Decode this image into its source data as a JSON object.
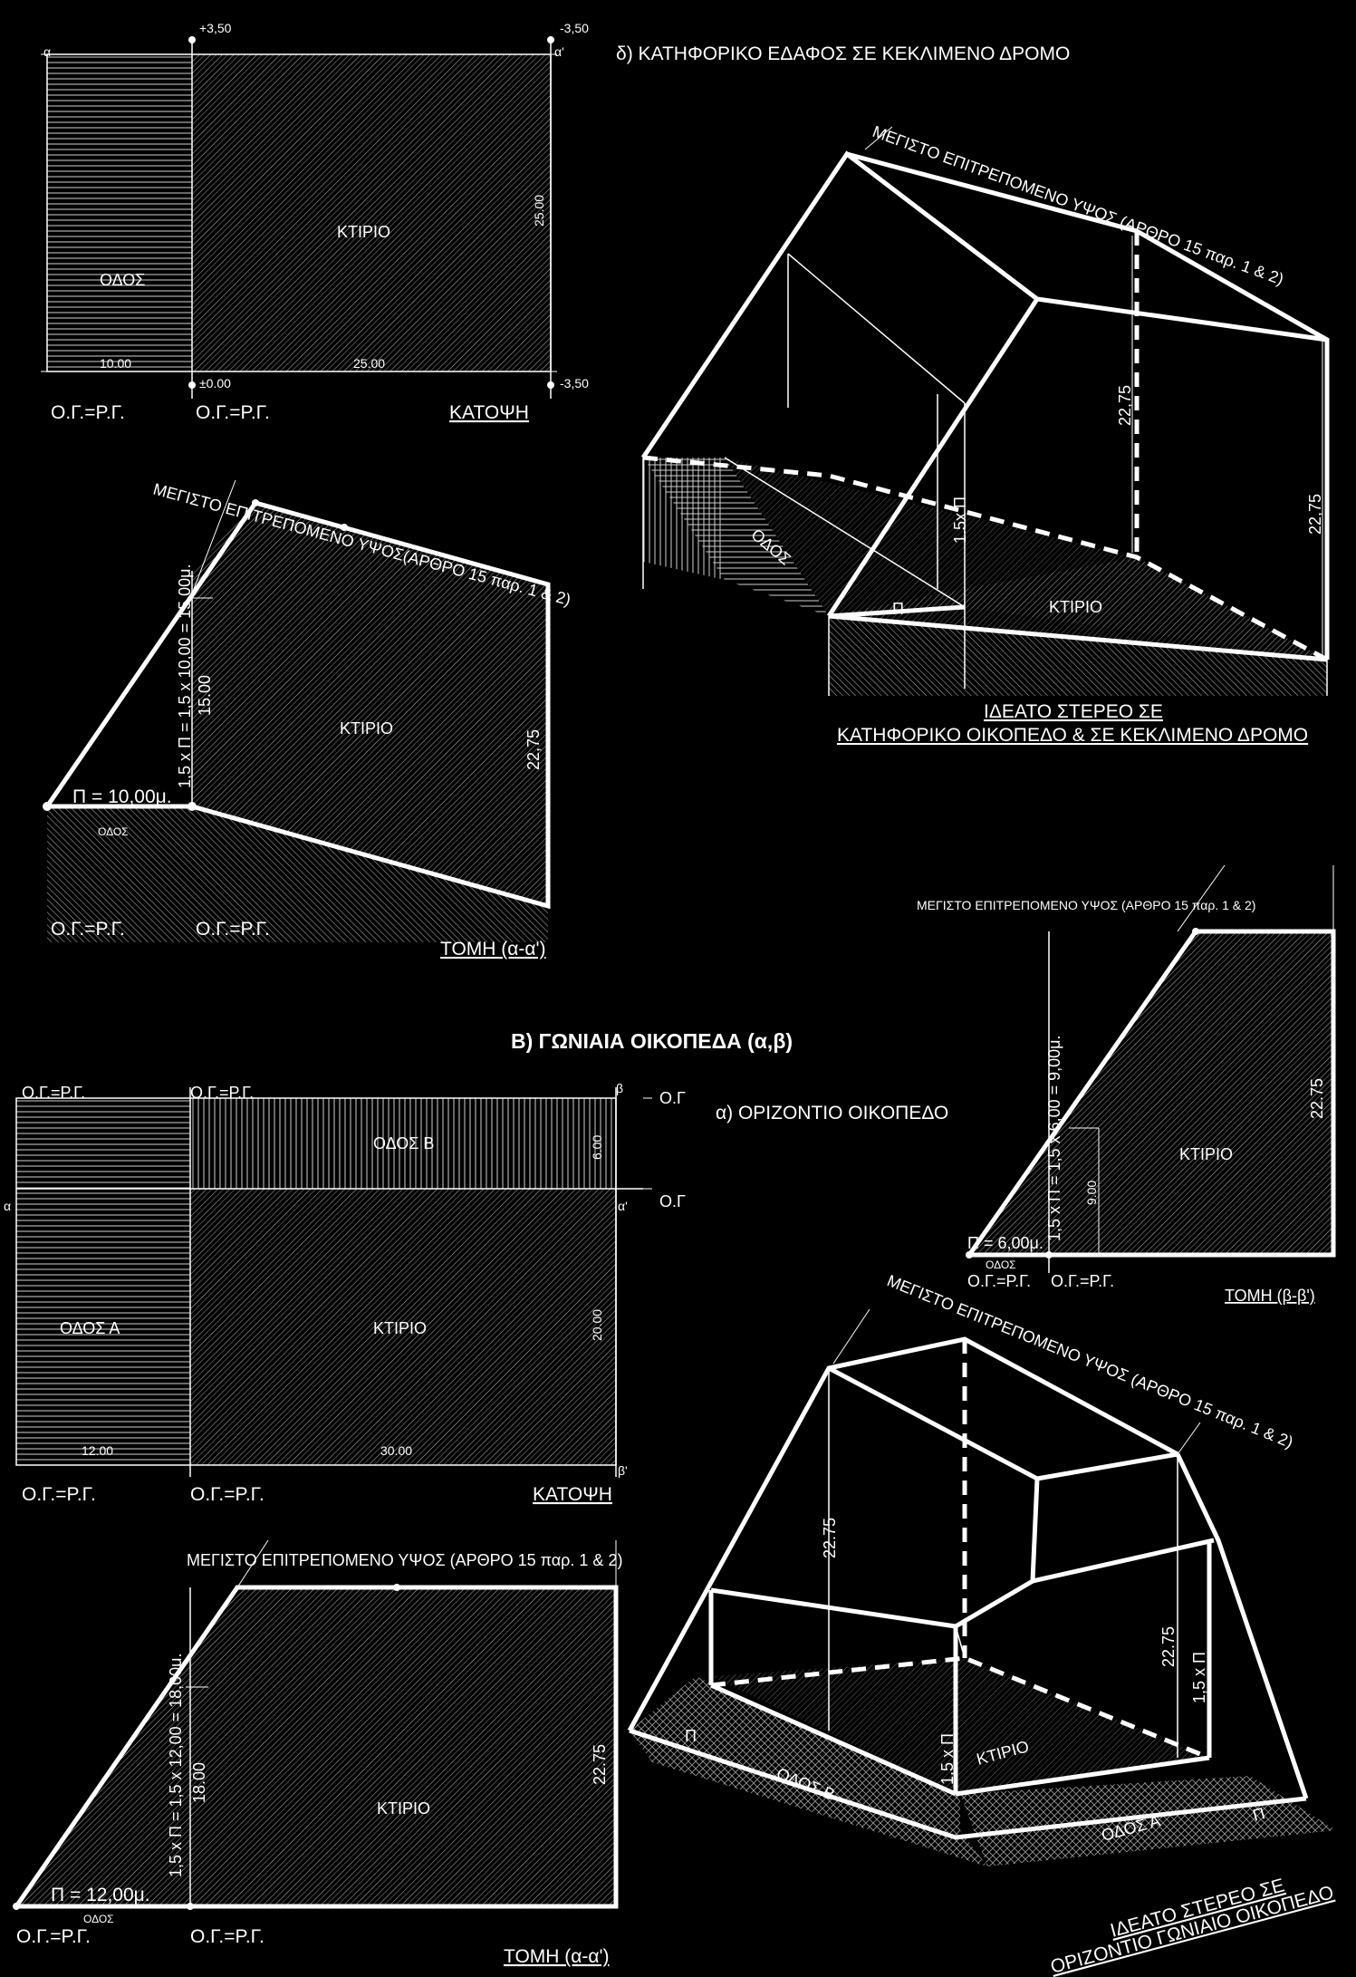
{
  "labels": {
    "title_delta": "δ) ΚΑΤΗΦΟΡΙΚΟ ΕΔΑΦΟΣ ΣΕ ΚΕΚΛΙΜΕΝΟ ΔΡΟΜΟ",
    "section_b": "Β) ΓΩΝΙΑΙΑ ΟΙΚΟΠΕΔΑ (α,β)",
    "title_alpha": "α) ΟΡΙΖΟΝΤΙΟ ΟΙΚΟΠΕΔΟ",
    "road": "ΟΔΟΣ",
    "road_small": "ΟΔΟΣ",
    "road_a": "ΟΔΟΣ Α",
    "road_b": "ΟΔΟΣ Β",
    "building": "ΚΤΙΡΙΟ",
    "og_rg": "Ο.Γ.=Ρ.Γ.",
    "og": "Ο.Γ",
    "plan": "ΚΑΤΟΨΗ",
    "section_aa": "ΤΟΜΗ (α-α')",
    "section_bb": "ΤΟΜΗ (β-β')",
    "max_height_1": "ΜΕΓΙΣΤΟ ΕΠΙΤΡΕΠΟΜΕΝΟ ΥΨΟΣ (ΑΡΘΡΟ 15 παρ. 1 & 2)",
    "max_height_2": "ΜΕΓΙΣΤΟ ΕΠΙΤΡΕΠΟΜΕΝΟ ΥΨΟΣ(ΑΡΘΡΟ 15 παρ. 1 & 2)",
    "max_height_3": "ΜΕΓΙΣΤΟ ΕΠΙΤΡΕΠΟΜΕΝΟ ΥΨΟΣ (ΑΡΘΡΟ 15 παρ. 1 & 2)",
    "max_height_4": "ΜΕΓΙΣΤΟ ΕΠΙΤΡΕΠΟΜΕΝΟ ΥΨΟΣ (ΑΡΘΡΟ 15 παρ. 1 & 2)",
    "max_height_5": "ΜΕΓΙΣΤΟ ΕΠΙΤΡΕΠΟΜΕΝΟ ΥΨΟΣ (ΑΡΘΡΟ 15 παρ. 1 & 2)",
    "ideal_1a": "ΙΔΕΑΤΟ ΣΤΕΡΕΟ ΣΕ",
    "ideal_1b": "ΚΑΤΗΦΟΡΙΚΟ ΟΙΚΟΠΕΔΟ & ΣΕ ΚΕΚΛΙΜΕΝΟ ΔΡΟΜΟ",
    "ideal_2a": "ΙΔΕΑΤΟ ΣΤΕΡΕΟ ΣΕ",
    "ideal_2b": "ΟΡΙΖΟΝΤΙΟ ΓΩΝΙΑΙΟ ΟΙΚΟΠΕΔΟ",
    "pi": "Π",
    "pi_15": "1.5x Π",
    "pi_15b": "1,5 x Π",
    "pi_10": "Π = 10,00μ.",
    "pi_6": "Π = 6,00μ.",
    "pi_12": "Π = 12,00μ.",
    "f1": "1,5 x Π = 1,5 x 10,00 = 15,00μ.",
    "f2": "1,5 x Π = 1,5 x 6,00 = 9,00μ.",
    "f3": "1,5 x Π = 1,5 x 12,00 = 18,00μ.",
    "d_2275": "22,75",
    "d_2275b": "22.75",
    "d_1500": "15.00",
    "d_900": "9.00",
    "d_1800": "18.00",
    "d_1000": "10.00",
    "d_2500": "25.00",
    "d_1200": "12.00",
    "d_3000": "30.00",
    "d_600": "6.00",
    "d_2000": "20.00",
    "e_p350": "+3,50",
    "e_m350": "-3,50",
    "e_000": "±0.00",
    "sec_a": "α",
    "sec_ap": "α'",
    "sec_b": "β",
    "sec_bp": "β'"
  }
}
